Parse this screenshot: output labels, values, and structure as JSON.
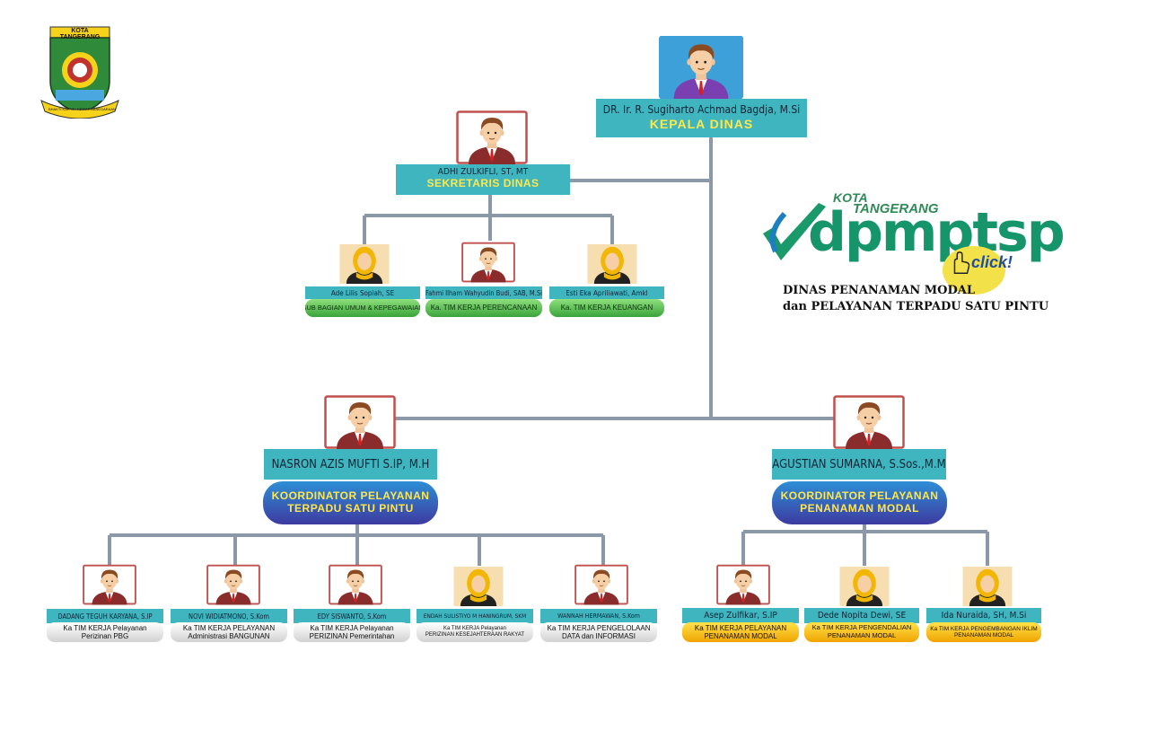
{
  "logo": {
    "city_label": "KOTA TANGERANG",
    "motto": "BHAKTI KARYA • KEWARGANEGARAAN"
  },
  "brand": {
    "kota": "KOTA",
    "tangerang": "TANGERANG",
    "name": "dpmptsp",
    "click": "click!",
    "line1": "DINAS PENANAMAN MODAL",
    "line2": "dan PELAYANAN TERPADU SATU PINTU"
  },
  "head": {
    "name": "DR. Ir. R. Sugiharto Achmad Bagdja, M.Si",
    "title": "KEPALA DINAS"
  },
  "secretary": {
    "name": "ADHI ZULKIFLI, ST, MT",
    "title": "SEKRETARIS DINAS"
  },
  "secretariat_staff": [
    {
      "name": "Ade Lilis Sopiah, SE",
      "role": [
        "SUB BAGIAN UMUM & KEPEGAWAIAN"
      ],
      "gender": "f"
    },
    {
      "name": "Fahmi Ilham Wahyudin Budi, SAB, M.Si",
      "role": [
        "Ka. TIM  KERJA PERENCANAAN"
      ],
      "gender": "m"
    },
    {
      "name": "Esti Eka Apriliawati, Amkl",
      "role": [
        "Ka. TIM KERJA KEUANGAN"
      ],
      "gender": "f"
    }
  ],
  "coordinators": [
    {
      "name": "NASRON AZIS MUFTI S.IP, M.H",
      "title": [
        "KOORDINATOR PELAYANAN",
        "TERPADU SATU PINTU"
      ]
    },
    {
      "name": "AGUSTIAN SUMARNA, S.Sos.,M.M",
      "title": [
        "KOORDINATOR PELAYANAN",
        "PENANAMAN MODAL"
      ]
    }
  ],
  "ptsp_teams": [
    {
      "name": "DADANG TEGUH KARYANA, S.IP",
      "role": [
        "Ka TIM KERJA Pelayanan",
        "Perizinan PBG"
      ],
      "gender": "m"
    },
    {
      "name": "NOVI WIDIATMONO, S.Kom",
      "role": [
        "Ka TIM KERJA PELAYANAN",
        "Administrasi BANGUNAN"
      ],
      "gender": "m"
    },
    {
      "name": "EDY SISWANTO, S.Kom",
      "role": [
        "Ka TIM KERJA  Pelayanan",
        "PERIZINAN Pemerintahan"
      ],
      "gender": "m"
    },
    {
      "name": "ENDAH SULISTIYO M HANINGRUM, SKM",
      "role": [
        "Ka TIM KERJA Pelayanan",
        "PERIZINAN KESEJAHTERAAN RAKYAT"
      ],
      "gender": "f"
    },
    {
      "name": "WANNAH HERMAWAN, S.Kom",
      "role": [
        "Ka TIM KERJA PENGELOLAAN",
        "DATA dan INFORMASI"
      ],
      "gender": "m"
    }
  ],
  "pm_teams": [
    {
      "name": "Asep Zulfikar, S.IP",
      "role": [
        "Ka TIM KERJA PELAYANAN",
        "PENANAMAN MODAL"
      ],
      "gender": "m"
    },
    {
      "name": "Dede Nopita Dewi, SE",
      "role": [
        "Ka TIM KERJA PENGENDALIAN",
        "PENANAMAN MODAL"
      ],
      "gender": "f"
    },
    {
      "name": "Ida Nuraida, SH, M.Si",
      "role": [
        "Ka TIM KERJA PENGEMBANGAN IKLIM",
        "PENANAMAN MODAL"
      ],
      "gender": "f"
    }
  ],
  "colors": {
    "connector": "#8a98a8",
    "name_bar": "#3fb6bf",
    "title_yellow": "#ffe74a",
    "frame_red": "#c0504d",
    "hijab": "#f2b705",
    "suit": "#8b2c2c",
    "head_bg": "#3ea0d8"
  },
  "icons": {
    "male": "male-avatar-icon",
    "female": "hijab-avatar-icon",
    "check": "check-mark-icon",
    "hand": "pointer-hand-icon"
  }
}
